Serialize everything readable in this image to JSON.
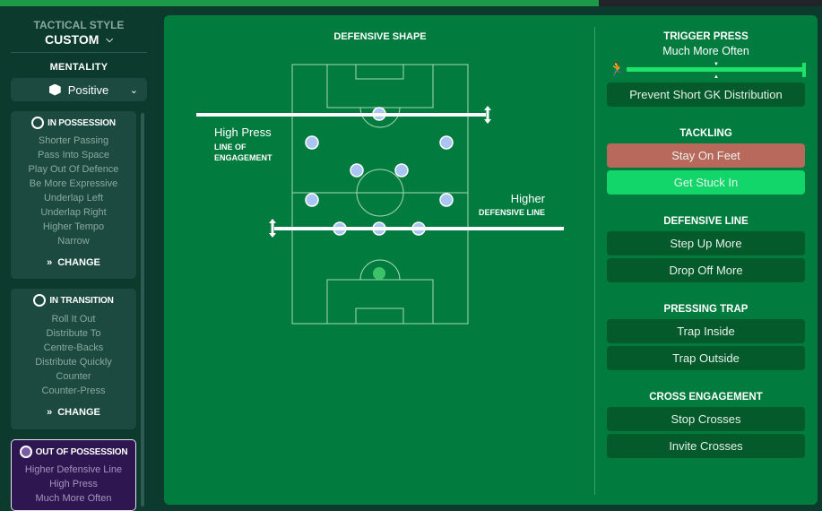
{
  "sidebar": {
    "tactical_style_label": "TACTICAL STYLE",
    "tactical_style_value": "CUSTOM",
    "mentality_label": "MENTALITY",
    "mentality_value": "Positive",
    "cards": [
      {
        "title": "IN POSSESSION",
        "items": [
          "Shorter Passing",
          "Pass Into Space",
          "Play Out Of Defence",
          "Be More Expressive",
          "Underlap Left",
          "Underlap Right",
          "Higher Tempo",
          "Narrow"
        ],
        "change": "CHANGE"
      },
      {
        "title": "IN TRANSITION",
        "items": [
          "Roll It Out",
          "Distribute To",
          "Centre-Backs",
          "Distribute Quickly",
          "Counter",
          "Counter-Press"
        ],
        "change": "CHANGE"
      },
      {
        "title": "OUT OF POSSESSION",
        "items": [
          "Higher Defensive Line",
          "High Press",
          "Much More Often"
        ]
      }
    ]
  },
  "shape": {
    "title": "DEFENSIVE SHAPE",
    "press_value": "High Press",
    "press_label": "LINE OF ENGAGEMENT",
    "line_value": "Higher",
    "line_label": "DEFENSIVE LINE"
  },
  "right": {
    "trigger_press": {
      "title": "TRIGGER PRESS",
      "value": "Much More Often",
      "level": 1.0,
      "button": "Prevent Short GK Distribution"
    },
    "tackling": {
      "title": "TACKLING",
      "options": [
        "Stay On Feet",
        "Get Stuck In"
      ]
    },
    "defensive_line": {
      "title": "DEFENSIVE LINE",
      "options": [
        "Step Up More",
        "Drop Off More"
      ]
    },
    "pressing_trap": {
      "title": "PRESSING TRAP",
      "options": [
        "Trap Inside",
        "Trap Outside"
      ]
    },
    "cross_engagement": {
      "title": "CROSS ENGAGEMENT",
      "options": [
        "Stop Crosses",
        "Invite Crosses"
      ]
    }
  },
  "colors": {
    "accent": "#1ee36a",
    "stay_on_feet": "#b8695c",
    "get_stuck_in": "#12d66a",
    "out_of_possession": "#2e1650"
  }
}
